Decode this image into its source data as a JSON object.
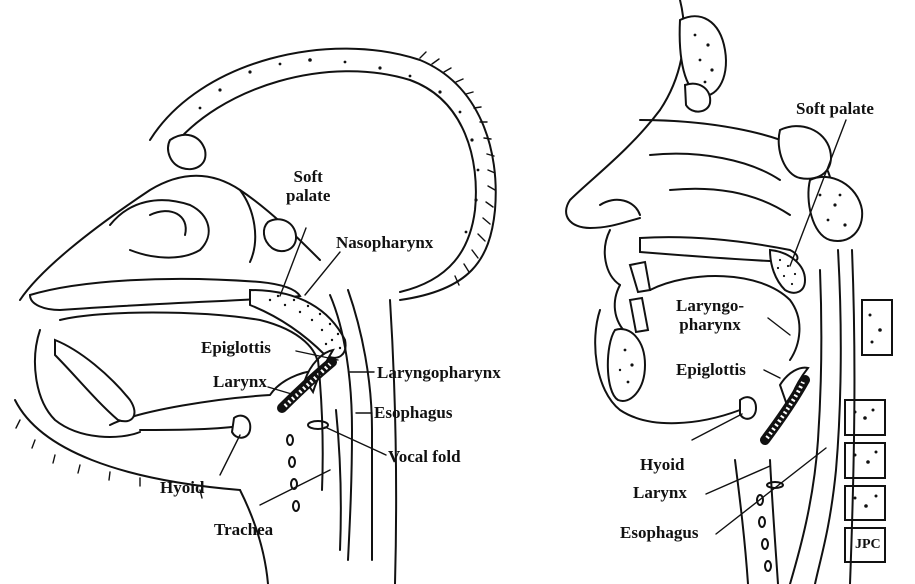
{
  "left_panel": {
    "labels": {
      "soft_palate": "Soft\npalate",
      "nasopharynx": "Nasopharynx",
      "epiglottis": "Epiglottis",
      "larynx": "Larynx",
      "laryngopharynx": "Laryngopharynx",
      "esophagus": "Esophagus",
      "vocal_fold": "Vocal fold",
      "hyoid": "Hyoid",
      "trachea": "Trachea"
    }
  },
  "right_panel": {
    "labels": {
      "soft_palate": "Soft palate",
      "laryngopharynx": "Laryngo-\npharynx",
      "epiglottis": "Epiglottis",
      "hyoid": "Hyoid",
      "larynx": "Larynx",
      "esophagus": "Esophagus",
      "signature": "JPC"
    }
  }
}
